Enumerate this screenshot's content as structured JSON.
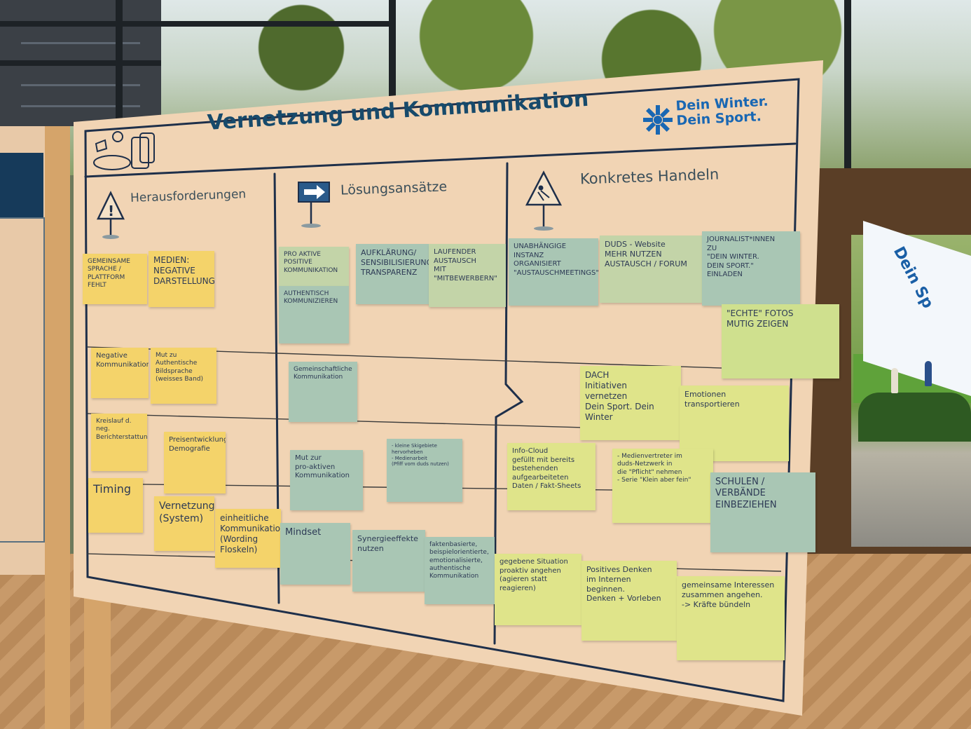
{
  "board": {
    "title": "Vernetzung und Kommunikation",
    "brand_line1": "Dein Winter.",
    "brand_line2": "Dein Sport.",
    "columns": [
      {
        "label": "Herausforderungen"
      },
      {
        "label": "Lösungsansätze"
      },
      {
        "label": "Konkretes Handeln"
      }
    ]
  },
  "background": {
    "banner_text": "Dein Sp"
  },
  "notes": {
    "herausforderungen": [
      "GEMEINSAME\nSPRACHE / PLATTFORM\nFEHLT",
      "MEDIEN:\nNEGATIVE\nDARSTELLUNG",
      "Negative\nKommunikation",
      "Mut zu Authentische\nBildsprache\n(weisses Band)",
      "Kreislauf d. neg.\nBerichterstattung",
      "Preisentwicklung\nDemografie",
      "Timing",
      "Vernetzung\n(System)",
      "einheitliche\nKommunikation\n(Wording Floskeln)"
    ],
    "loesungsansaetze": [
      "PRO AKTIVE\nPOSITIVE\nKOMMUNIKATION",
      "AUFKLÄRUNG/\nSENSIBILISIERUNG\nTRANSPARENZ",
      "LAUFENDER\nAUSTAUSCH\nMIT\n\"MITBEWERBERN\"",
      "AUTHENTISCH\nKOMMUNIZIEREN",
      "Gemeinschaftliche\nKommunikation",
      "Mut zur\npro-aktiven\nKommunikation",
      "- kleine Skigebiete hervorheben\n- Medienarbeit\n(Pfiff vom duds nutzen)",
      "Mindset",
      "Synergieeffekte\nnutzen",
      "faktenbasierte,\nbeispielorientierte,\nemotionalisierte,\nauthentische\nKommunikation"
    ],
    "konkretes_handeln": [
      "UNABHÄNGIGE\nINSTANZ\nORGANISIERT\n\"AUSTAUSCHMEETINGS\"",
      "DUDS - Website\nMEHR NUTZEN\nAUSTAUSCH / FORUM",
      "JOURNALIST*INNEN\nZU\n\"DEIN WINTER.\nDEIN SPORT.\"\nEINLADEN",
      "\"ECHTE\" FOTOS\nMUTIG ZEIGEN",
      "DACH\nInitiativen\nvernetzen\nDein Sport. Dein Winter",
      "Emotionen\ntransportieren",
      "Info-Cloud\ngefüllt mit bereits\nbestehenden aufgearbeiteten\nDaten / Fakt-Sheets",
      "- Medienvertreter im\nduds-Netzwerk in\ndie \"Pflicht\" nehmen\n- Serie \"Klein aber fein\"",
      "SCHULEN /\nVERBÄNDE\nEINBEZIEHEN",
      "gegebene Situation\nproaktiv angehen\n(agieren statt reagieren)",
      "Positives Denken\nim Internen beginnen.\nDenken + Vorleben",
      "gemeinsame Interessen\nzusammen angehen.\n-> Kräfte bündeln"
    ]
  },
  "colors": {
    "board": "#f1d4b4",
    "ink": "#1e2f4a",
    "brand_blue": "#1967b3",
    "note_yellow": "#f4d36a",
    "note_green": "#c3d4a8"
  },
  "icons": [
    "warning-sign-icon",
    "arrow-sign-icon",
    "construction-sign-icon",
    "snowflake-logo-icon",
    "devices-sketch-icon"
  ]
}
